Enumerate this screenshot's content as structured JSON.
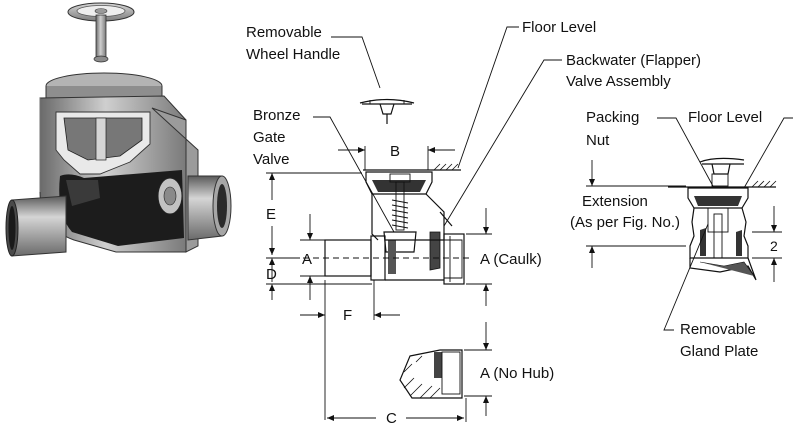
{
  "labels": {
    "removable_wheel_handle": [
      "Removable",
      "Wheel Handle"
    ],
    "floor_level_main": "Floor Level",
    "backwater_valve": [
      "Backwater (Flapper)",
      "Valve Assembly"
    ],
    "bronze_gate_valve": [
      "Bronze",
      "Gate",
      "Valve"
    ],
    "packing_nut": [
      "Packing",
      "Nut"
    ],
    "floor_level_right": "Floor Level",
    "extension": [
      "Extension",
      "(As per Fig. No.)"
    ],
    "removable_gland_plate": [
      "Removable",
      "Gland Plate"
    ]
  },
  "dimensions": {
    "b": "B",
    "e": "E",
    "a_left": "A",
    "d": "D",
    "a_caulk": "A (Caulk)",
    "f": "F",
    "a_no_hub": "A (No Hub)",
    "c": "C",
    "two": "2"
  },
  "colors": {
    "ink": "#111111",
    "metal_light": "#c9c9c9",
    "metal_mid": "#9a9a9a",
    "metal_dark": "#5e5e5e",
    "interior": "#1a1a1a"
  }
}
